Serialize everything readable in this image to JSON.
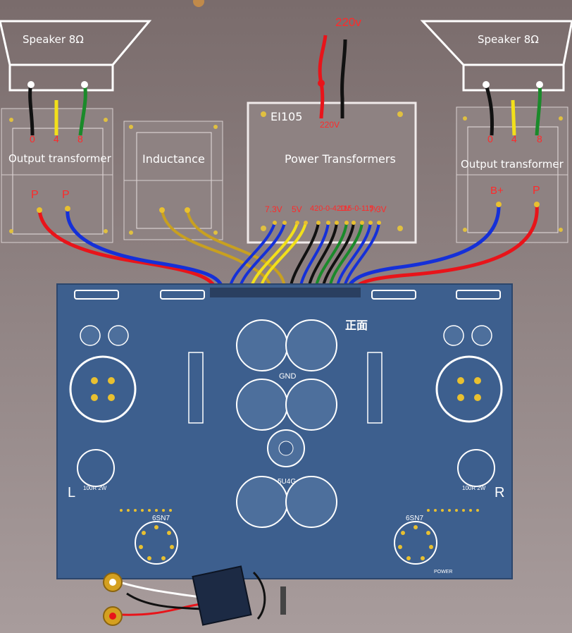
{
  "mains": {
    "voltage_label": "220v",
    "input_label": "220V"
  },
  "speakers": [
    {
      "label": "Speaker 8Ω",
      "taps": [
        "0",
        "4",
        "8"
      ]
    },
    {
      "label": "Speaker 8Ω",
      "taps": [
        "0",
        "4",
        "8"
      ]
    }
  ],
  "left_output_transformer": {
    "label": "Output transformer",
    "primary": [
      "P",
      "P"
    ]
  },
  "right_output_transformer": {
    "label": "Output transformer",
    "primary": [
      "B+",
      "P"
    ]
  },
  "inductance": {
    "label": "Inductance"
  },
  "power_transformer": {
    "model": "EI105",
    "label": "Power Transformers",
    "taps": [
      "7.3V",
      "5V",
      "420-0-420V",
      "115-0-115v",
      "7.3V"
    ]
  },
  "pcb": {
    "title": "正面",
    "channel_left": "L",
    "channel_right": "R",
    "left_tube": "6SN7",
    "right_tube": "6SN7",
    "rectifier": "5U4G",
    "ground": "GND",
    "power_label": "POWER",
    "pot_left": "100R 2W",
    "pot_right": "100R 2W"
  },
  "colors": {
    "red": "#e8141a",
    "black": "#111111",
    "blue": "#1530d8",
    "yellow": "#f2e01a",
    "green": "#1a8a2a",
    "gold": "#c8a020",
    "pcb": "#3d5f8e"
  }
}
